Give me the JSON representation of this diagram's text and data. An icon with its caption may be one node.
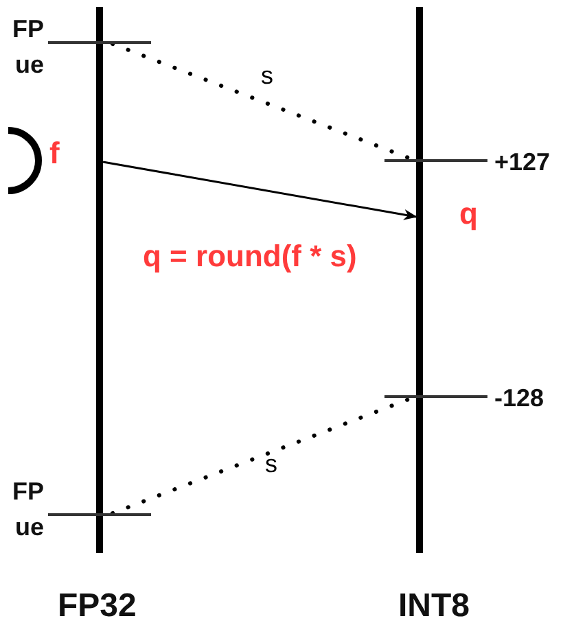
{
  "diagram": {
    "nodes": [
      {
        "text": [],
        "shape": "bar",
        "beside": [
          "FP ue"
        ]
      },
      {
        "text": [],
        "shape": "bar",
        "beside": [
          "+127"
        ]
      },
      {
        "text": [
          "f"
        ]
      },
      {
        "text": [
          "q"
        ]
      },
      {
        "text": [],
        "shape": "bar",
        "beside": [
          "-128"
        ]
      },
      {
        "text": [],
        "shape": "bar",
        "beside": [
          "FP ue"
        ]
      }
    ],
    "edges": [
      {
        "from": 0,
        "to": 1,
        "arrow": "none",
        "style": "dashed",
        "label": "s"
      },
      {
        "from": 2,
        "to": 3,
        "arrow": "to"
      },
      {
        "from": 5,
        "to": 4,
        "arrow": "none",
        "style": "dashed",
        "label": "s"
      }
    ],
    "labels": [
      "q = round(f * s)",
      "FP32",
      "INT8"
    ]
  }
}
